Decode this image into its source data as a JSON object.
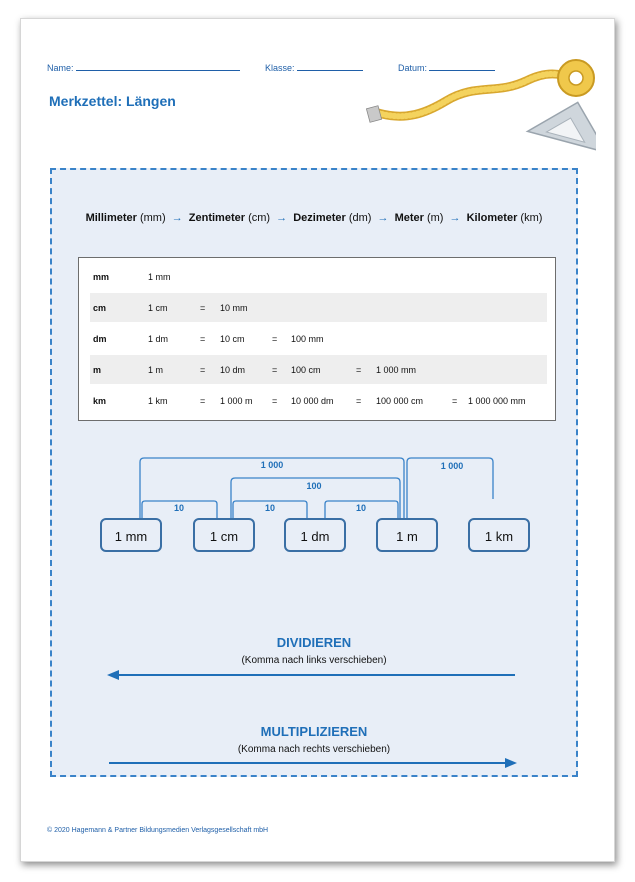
{
  "header": {
    "name_label": "Name:",
    "class_label": "Klasse:",
    "date_label": "Datum:"
  },
  "title": "Merkzettel: Längen",
  "sequence": [
    {
      "name": "Millimeter",
      "unit": "(mm)"
    },
    {
      "name": "Zentimeter",
      "unit": "(cm)"
    },
    {
      "name": "Dezimeter",
      "unit": "(dm)"
    },
    {
      "name": "Meter",
      "unit": "(m)"
    },
    {
      "name": "Kilometer",
      "unit": "(km)"
    }
  ],
  "sequence_arrow": "→",
  "table": {
    "rows": [
      {
        "key": "mm",
        "cells": [
          "1 mm"
        ]
      },
      {
        "key": "cm",
        "cells": [
          "1 cm",
          "=",
          "10 mm"
        ]
      },
      {
        "key": "dm",
        "cells": [
          "1 dm",
          "=",
          "10 cm",
          "=",
          "100 mm"
        ]
      },
      {
        "key": "m",
        "cells": [
          "1 m",
          "=",
          "10 dm",
          "=",
          "100 cm",
          "=",
          "1 000 mm"
        ]
      },
      {
        "key": "km",
        "cells": [
          "1 km",
          "=",
          "1 000 m",
          "=",
          "10 000 dm",
          "=",
          "100 000 cm",
          "=",
          "1 000 000 mm"
        ]
      }
    ]
  },
  "units": [
    "1 mm",
    "1 cm",
    "1 dm",
    "1 m",
    "1 km"
  ],
  "factors": {
    "mm_cm": "10",
    "cm_dm": "10",
    "dm_m": "10",
    "cm_m": "100",
    "mm_m": "1 000",
    "m_km": "1 000"
  },
  "divide": {
    "title": "DIVIDIEREN",
    "subtitle": "(Komma nach links verschieben)"
  },
  "multiply": {
    "title": "MULTIPLIZIEREN",
    "subtitle": "(Komma nach rechts verschieben)"
  },
  "footer": "© 2020 Hagemann & Partner Bildungsmedien Verlagsgesellschaft mbH",
  "colors": {
    "accent": "#1f6fb8",
    "panel_bg": "#e8eef7",
    "border": "#3a83c9"
  }
}
